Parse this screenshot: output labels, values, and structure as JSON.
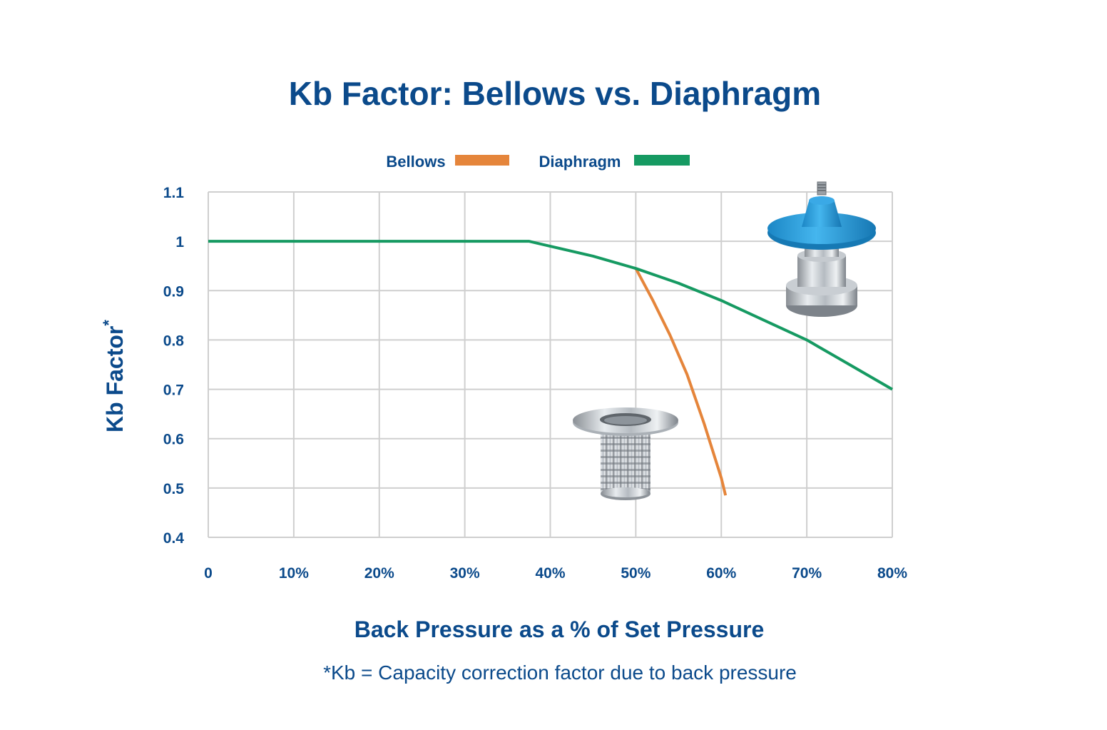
{
  "chart_data": {
    "type": "line",
    "title": "Kb Factor: Bellows vs. Diaphragm",
    "xlabel": "Back Pressure as a % of Set Pressure",
    "ylabel": "Kb Factor",
    "ylabel_mark": "*",
    "footnote": "*Kb = Capacity correction factor due to back pressure",
    "xlim": [
      0,
      80
    ],
    "ylim": [
      0.4,
      1.1
    ],
    "x_ticks": [
      0,
      10,
      20,
      30,
      40,
      50,
      60,
      70,
      80
    ],
    "x_tick_labels": [
      "0",
      "10%",
      "20%",
      "30%",
      "40%",
      "50%",
      "60%",
      "70%",
      "80%"
    ],
    "y_ticks": [
      0.4,
      0.5,
      0.6,
      0.7,
      0.8,
      0.9,
      1.0,
      1.1
    ],
    "y_tick_labels": [
      "0.4",
      "0.5",
      "0.6",
      "0.7",
      "0.8",
      "0.9",
      "1",
      "1.1"
    ],
    "grid": true,
    "legend_position": "top-center",
    "series": [
      {
        "name": "Bellows",
        "color": "#e5853b",
        "x": [
          50,
          52,
          54,
          56,
          58,
          59,
          60,
          60.5
        ],
        "y": [
          0.945,
          0.88,
          0.81,
          0.73,
          0.63,
          0.575,
          0.52,
          0.485
        ]
      },
      {
        "name": "Diaphragm",
        "color": "#169a62",
        "x": [
          0,
          10,
          20,
          30,
          37.5,
          40,
          45,
          50,
          55,
          60,
          65,
          70,
          75,
          80
        ],
        "y": [
          1.0,
          1.0,
          1.0,
          1.0,
          1.0,
          0.99,
          0.97,
          0.945,
          0.915,
          0.88,
          0.84,
          0.8,
          0.75,
          0.7
        ]
      }
    ],
    "images": [
      {
        "name": "diaphragm-valve-image",
        "near": "top-right"
      },
      {
        "name": "bellows-image",
        "near": "bottom-center"
      }
    ]
  },
  "colors": {
    "text": "#0b4a8b",
    "grid": "#cfcfcf",
    "diaphragm_blue": "#2a9fdc"
  }
}
